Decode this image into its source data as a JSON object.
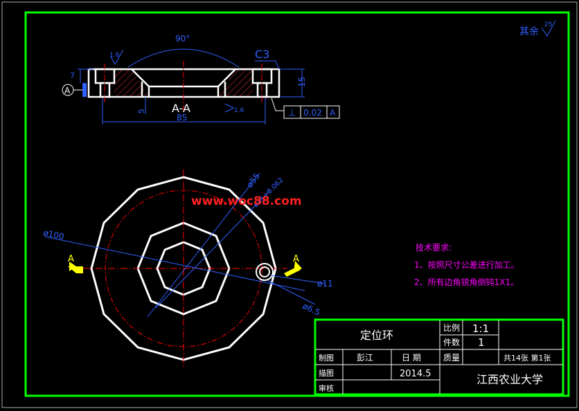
{
  "drawing": {
    "surface_finish_note": "其余",
    "surface_finish_value": "25",
    "section_label": "A-A",
    "chamfer_label": "C3",
    "angle_label": "90°",
    "dim_85": "85",
    "dim_15": "15",
    "dim_7": "7",
    "dim_5": "5",
    "roughness_top": "1.6",
    "roughness_bottom": "1.6",
    "datum_label": "A",
    "tolerance_symbol": "⊥",
    "tolerance_value": "0.02",
    "tolerance_datum": "A",
    "dia_100": "ø100",
    "dia_55": "ø55",
    "dia_35": "ø35+0.062",
    "dia_11": "ø11",
    "dia_6_5": "ø6.5",
    "view_arrow_left": "A",
    "view_arrow_right": "A",
    "watermark": "www.woc88.com"
  },
  "tech_requirements": {
    "title": "技术要求:",
    "line1": "1、按照尺寸公差进行加工。",
    "line2": "2、所有边角锐角倒钝1X1。"
  },
  "title_block": {
    "part_name": "定位环",
    "scale_label": "比例",
    "scale_value": "1:1",
    "quantity_label": "件数",
    "quantity_value": "1",
    "drawn_label": "制图",
    "drawn_by": "彭江",
    "date_label": "日 期",
    "mass_label": "质量",
    "sheet_info": "共14张 第1张",
    "trace_label": "描图",
    "date_value": "2014.5",
    "review_label": "审核",
    "school": "江西农业大学"
  },
  "colors": {
    "border": "#00ff00",
    "outline": "#ffffff",
    "centerline": "#ff0000",
    "dimension": "#3060ff",
    "annotation": "#ff00ff",
    "watermark": "#ff2020",
    "arrow": "#ffff00"
  }
}
